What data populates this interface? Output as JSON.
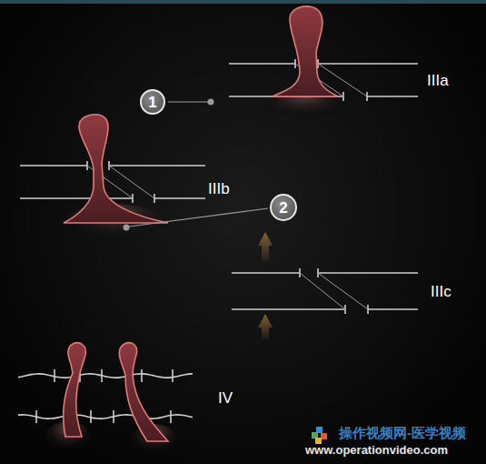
{
  "diagram": {
    "nodes": [
      {
        "text": [
          "1"
        ]
      },
      {
        "text": [
          "2"
        ]
      }
    ],
    "labels": [
      "IIIa",
      "IIIb",
      "IIIc",
      "IV",
      "操作视频网-医学视频",
      "www.operationvideo.com"
    ]
  }
}
